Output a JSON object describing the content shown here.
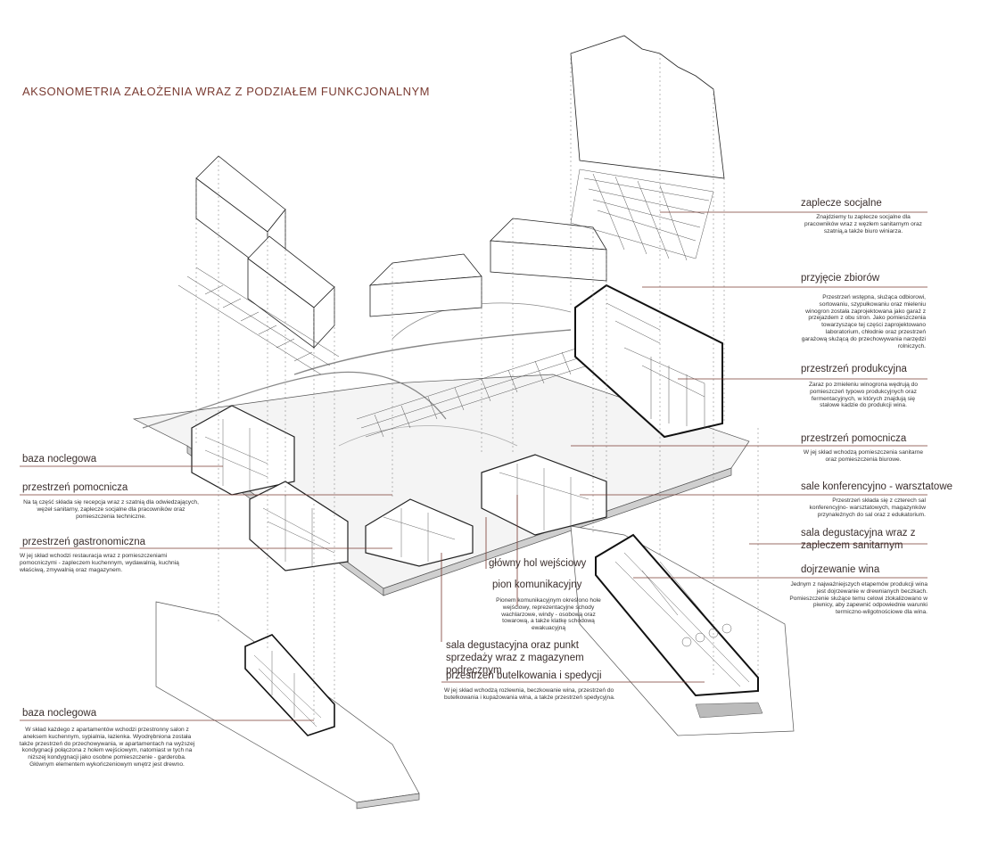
{
  "title": "AKSONOMETRIA ZAŁOŻENIA WRAZ Z PODZIAŁEM FUNKCJONALNYM",
  "colors": {
    "accent": "#7a3b32",
    "line": "#333333",
    "ground": "#d8d8d8"
  },
  "annotations": [
    {
      "label": "zaplecze socjalne",
      "text": "Znajdziemy tu zaplecze socjalne dla pracowników wraz z węzłem sanitarnym oraz szatnią,a także biuro winiarza."
    },
    {
      "label": "przyjęcie zbiorów",
      "text": "Przestrzeń wstępna, służąca odbiorowi, sortowaniu, szypułkowaniu oraz mieleniu winogron została zaprojektowana jako garaż z przejazdem z obu stron. Jako pomieszczenia towarzyszące tej części zaprojektowano laboratorium, chłodnie oraz przestrzeń garażową służącą do przechowywania narzędzi rolniczych."
    },
    {
      "label": "przestrzeń produkcyjna",
      "text": "Zaraz po zmieleniu winogrona wędrują do pomieszczeń typowo produkcyjnych oraz fermentacyjnych, w których znajdują się stalowe kadzie do produkcji wina."
    },
    {
      "label": "przestrzeń pomocnicza",
      "text": "W jej skład wchodzą pomieszczenia sanitarne oraz pomieszczenia biurowe."
    },
    {
      "label": "sale konferencyjno - warsztatowe",
      "text": "Przestrzeń składa się z czterech sal konferencyjno- warsztatowych, magazynków przynależnych do sal oraz z edukatorium."
    },
    {
      "label": "sala degustacyjna wraz z zapleczem sanitarnym",
      "text": ""
    },
    {
      "label": "dojrzewanie wina",
      "text": "Jednym z najważniejszych etapemów produkcji wina jest dojrzewanie w drewnianych beczkach. Pomieszczenie służące temu celowi zlokalizowano w piwnicy, aby zapewnić odpowiednie warunki termiczno-wilgotnościowe dla wina."
    },
    {
      "label": "baza noclegowa",
      "text": ""
    },
    {
      "label": "przestrzeń pomocnicza",
      "text": "Na tą część składa się recepcja wraz z szatnią dla odwiedzających, węzeł sanitarny, zaplecze socjalne dla pracowników oraz pomieszczenia techniczne."
    },
    {
      "label": "przestrzeń gastronomiczna",
      "text": "W jej skład wchodzi restauracja wraz z pomieszczeniami pomocniczymi - zapleczem kuchennym, wydawalnią, kuchnią właściwą, zmywalnią oraz magazynem."
    },
    {
      "label": "główny hol wejściowy",
      "text": ""
    },
    {
      "label": "pion komunikacyjny",
      "text": "Pionem komunikacyjnym określono hole wejściowy, reprezentacyjne schody wachlarzowe, windy - osobową oraz towarową, a także klatkę schodową ewakuacyjną"
    },
    {
      "label": "sala degustacyjna oraz punkt sprzedaży wraz z magazynem podręcznym",
      "text": ""
    },
    {
      "label": "przestrzeń butelkowania i spedycji",
      "text": "W jej skład wchodzą rozlewnia, beczkowanie wina, przestrzeń do butelkowania i kupażowania wina, a także przestrzeń spedycyjna."
    },
    {
      "label": "baza noclegowa",
      "text": "W skład każdego z apartamentów wchodzi przestronny salon z aneksem kuchennym, sypialnia, łazienka. Wyodrębniona została także przestrzeń do przechowywania, w apartamentach na wyższej kondygnacji połączona z holem wejściowym, natomiast w tych na niższej kondygnacji jako osobne pomieszczenie - garderoba. Głównym elementem wykończeniowym wnętrz jest drewno."
    }
  ]
}
